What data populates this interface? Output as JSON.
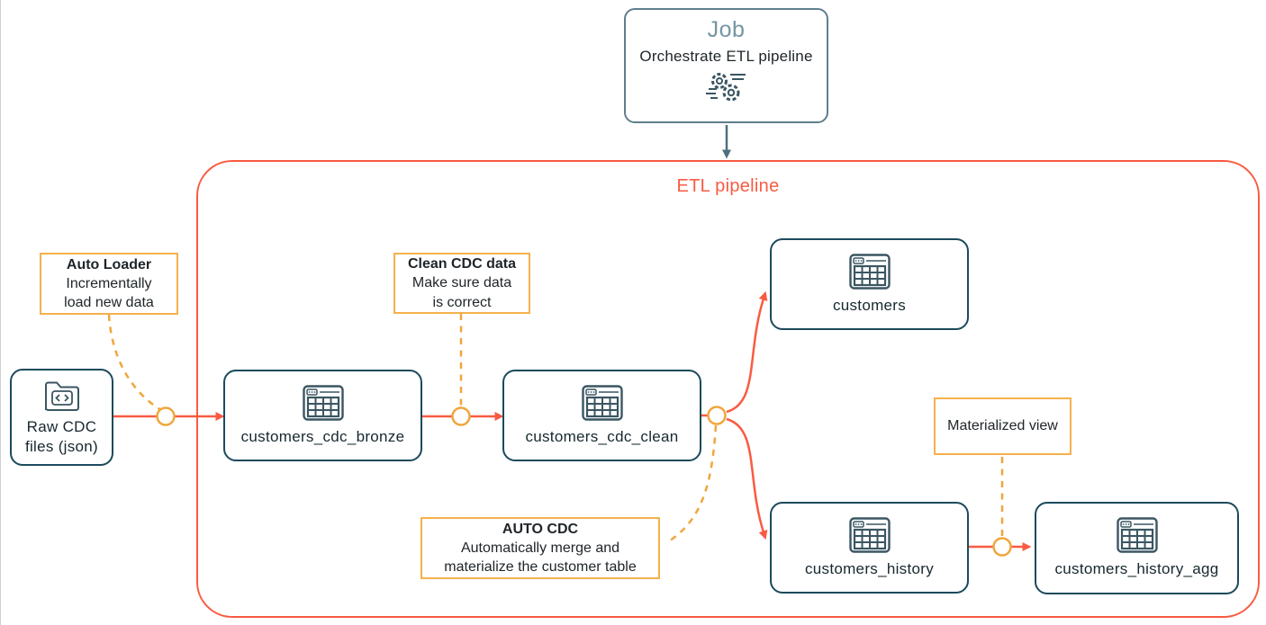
{
  "colors": {
    "accent_red": "#F95B42",
    "teal_border": "#1C4A5C",
    "slate_border": "#5F7F8D",
    "slate_text": "#7495A3",
    "yellow_border": "#F5B14C",
    "yellow_connector": "#F0A63C",
    "text_dark": "#1E2428"
  },
  "job": {
    "title": "Job",
    "subtitle": "Orchestrate ETL pipeline",
    "icon": "gears-icon"
  },
  "pipeline": {
    "title": "ETL pipeline"
  },
  "source_box": {
    "label": "Raw CDC\nfiles (json)",
    "icon": "folder-code-icon"
  },
  "tables": {
    "bronze": {
      "label": "customers_cdc_bronze",
      "icon": "table-grid-icon"
    },
    "clean": {
      "label": "customers_cdc_clean",
      "icon": "table-grid-icon"
    },
    "customers": {
      "label": "customers",
      "icon": "table-grid-icon"
    },
    "history": {
      "label": "customers_history",
      "icon": "table-grid-icon"
    },
    "history_agg": {
      "label": "customers_history_agg",
      "icon": "table-grid-icon"
    }
  },
  "annotations": {
    "auto_loader": {
      "title": "Auto Loader",
      "body": "Incrementally\nload new data"
    },
    "clean_cdc": {
      "title": "Clean CDC data",
      "body": "Make sure data\nis correct"
    },
    "auto_cdc": {
      "title": "AUTO CDC",
      "body": "Automatically merge and\nmaterialize the customer table"
    },
    "materialized_view": {
      "label": "Materialized view"
    }
  }
}
